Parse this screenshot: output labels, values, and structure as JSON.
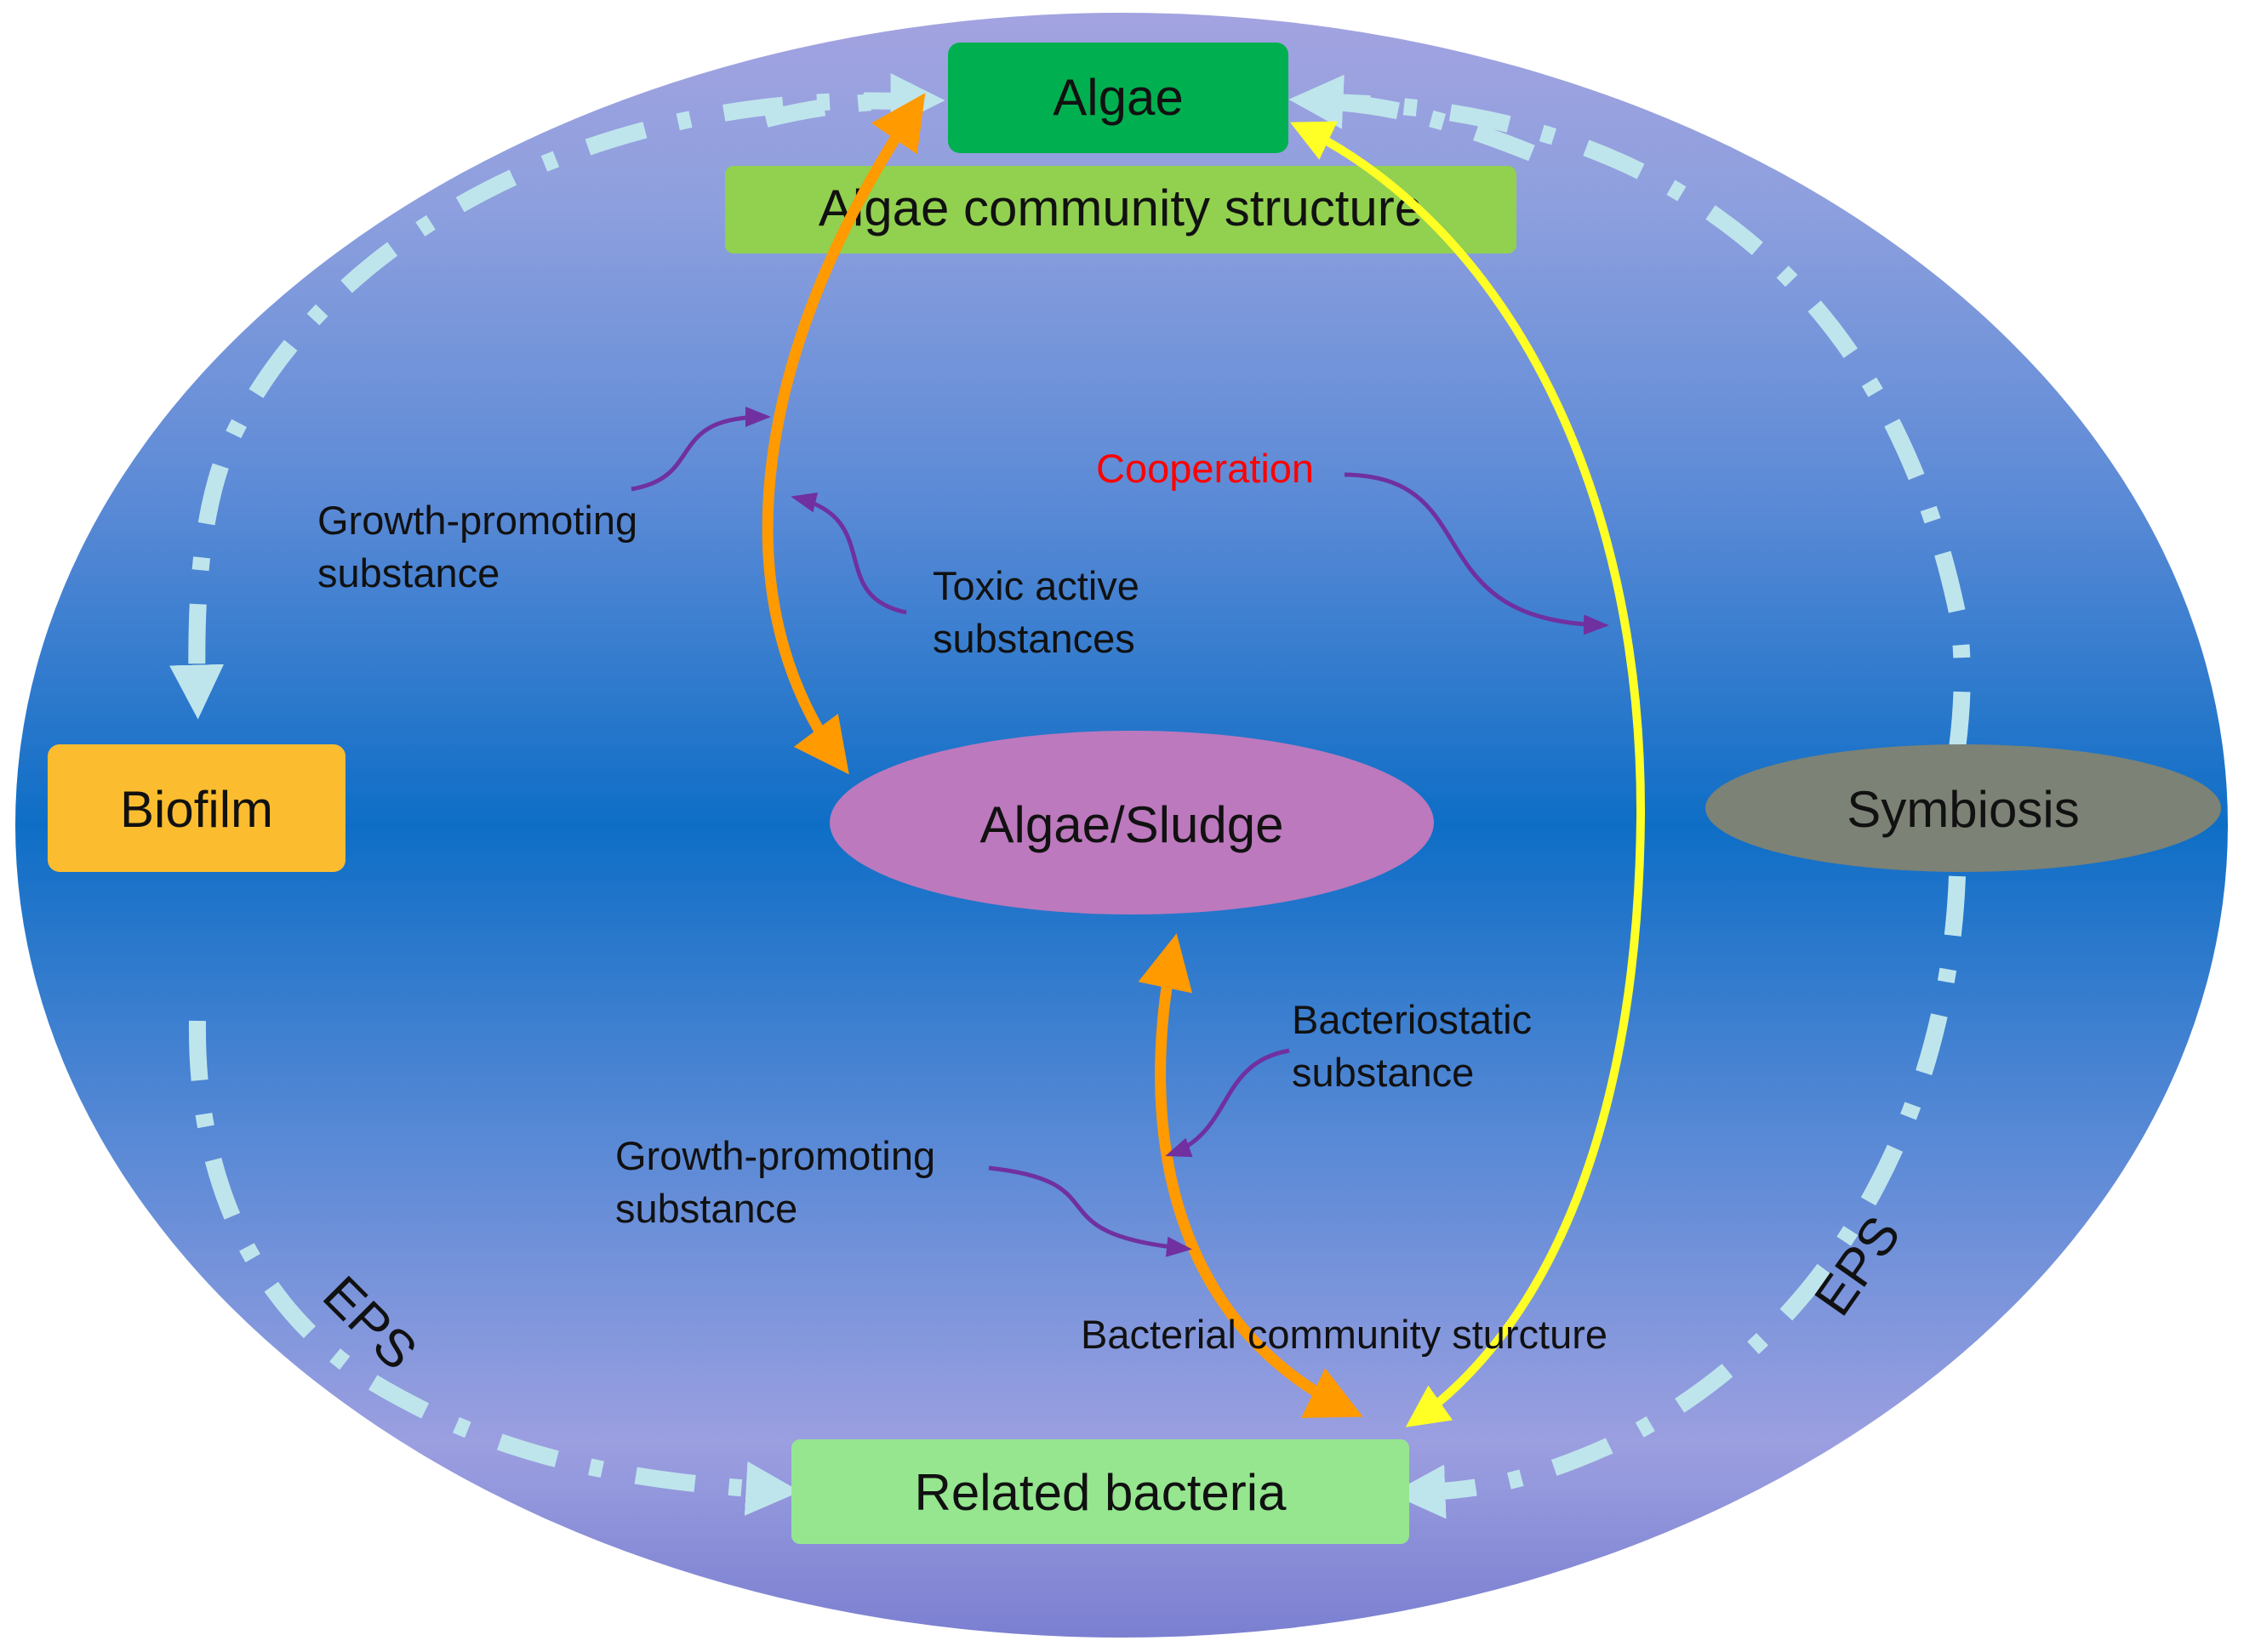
{
  "nodes": {
    "algae": "Algae",
    "algae_structure": "Algae community structure",
    "biofilm": "Biofilm",
    "algae_sludge": "Algae/Sludge",
    "symbiosis": "Symbiosis",
    "related_bacteria": "Related bacteria"
  },
  "labels": {
    "growth_promoting_top": [
      "Growth-promoting",
      "substance"
    ],
    "toxic_active": [
      "Toxic active",
      "substances"
    ],
    "cooperation": "Cooperation",
    "bacteriostatic": [
      "Bacteriostatic",
      "substance"
    ],
    "growth_promoting_bottom": [
      "Growth-promoting",
      "substance"
    ],
    "bacterial_structure": "Bacterial community sturcture",
    "eps_left": "EPS",
    "eps_right": "EPS"
  },
  "colors": {
    "algae_box": "#00b050",
    "algae_structure_box": "#92d050",
    "biofilm_box": "#fbbd2f",
    "algae_sludge_ellipse": "#bd79bd",
    "symbiosis_ellipse": "#7c8275",
    "related_bacteria_box": "#95e68f",
    "orange_arrow": "#ff9a00",
    "yellow_arrow": "#ffff26",
    "purple_arrow": "#7030a0",
    "cycle_arrow": "#bfe5ec",
    "cooperation_text": "#ff0000"
  }
}
